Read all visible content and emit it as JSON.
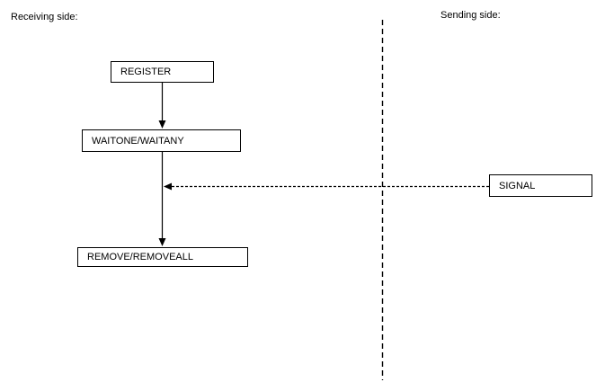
{
  "diagram": {
    "receiving_label": "Receiving side:",
    "sending_label": "Sending side:",
    "nodes": {
      "register": "REGISTER",
      "waitone": "WAITONE/WAITANY",
      "remove": "REMOVE/REMOVEALL",
      "signal": "SIGNAL"
    },
    "colors": {
      "line": "#000000",
      "box_border": "#000000",
      "background": "#ffffff",
      "text": "#000000"
    }
  }
}
